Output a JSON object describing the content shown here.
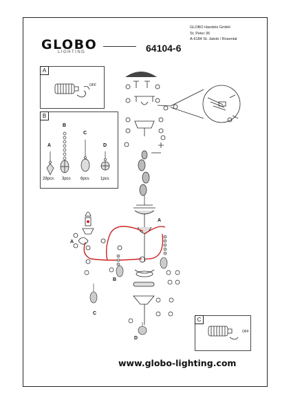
{
  "header": {
    "brand": "GLOBO",
    "brand_sub": "LIGHTING",
    "model": "64104-6",
    "address_lines": [
      "GLOBO Handels GmbH",
      "St. Peter 36",
      "A-6184 St. Jakob / Rosental"
    ]
  },
  "panels": {
    "a": {
      "label": "A",
      "switch_text": "OFF"
    },
    "b": {
      "label": "B"
    },
    "c": {
      "label": "C",
      "switch_text": "OFF"
    }
  },
  "crystals": [
    {
      "letter": "A",
      "qty": "28pcs"
    },
    {
      "letter": "B",
      "qty": "3pcs"
    },
    {
      "letter": "C",
      "qty": "6pcs"
    },
    {
      "letter": "D",
      "qty": "1pcs"
    }
  ],
  "callouts": {
    "a": "A",
    "b": "B",
    "c": "C",
    "d": "D"
  },
  "footer": {
    "website": "www.globo-lighting.com"
  },
  "colors": {
    "arm_red": "#cc2222",
    "ink": "#222222"
  }
}
